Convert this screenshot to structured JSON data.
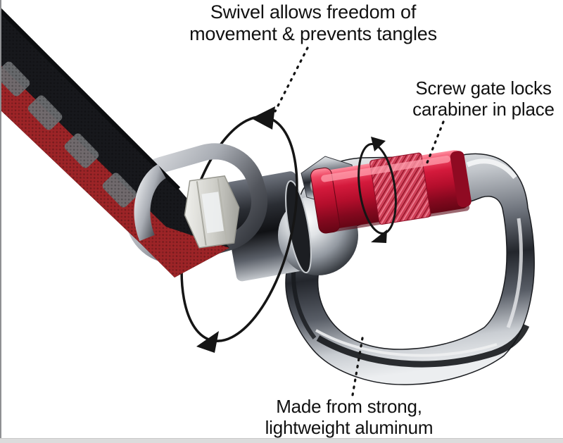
{
  "frame": {
    "background": "#ffffff",
    "left_edge_color": "#8f9093",
    "bottom_bar_color": "#dcdcdc"
  },
  "labels": {
    "swivel": {
      "line1": "Swivel allows freedom of",
      "line2": "movement & prevents tangles"
    },
    "screw_gate": {
      "line1": "Screw gate locks",
      "line2": "carabiner in place"
    },
    "material": {
      "line1": "Made from strong,",
      "line2": "lightweight aluminum"
    }
  },
  "colors": {
    "text": "#111111",
    "annotation_line": "#141414",
    "gate_red": "#c41031",
    "gate_red_dark": "#7c0a1e",
    "gate_red_highlight": "#ff8fa0",
    "metal_light": "#eceef0",
    "metal_mid": "#9aa0a8",
    "metal_dark": "#23262c",
    "strap_red": "#9d2427",
    "strap_black": "#17181c",
    "strap_gray": "#6e7073",
    "nut_silver": "#d9dad6"
  }
}
